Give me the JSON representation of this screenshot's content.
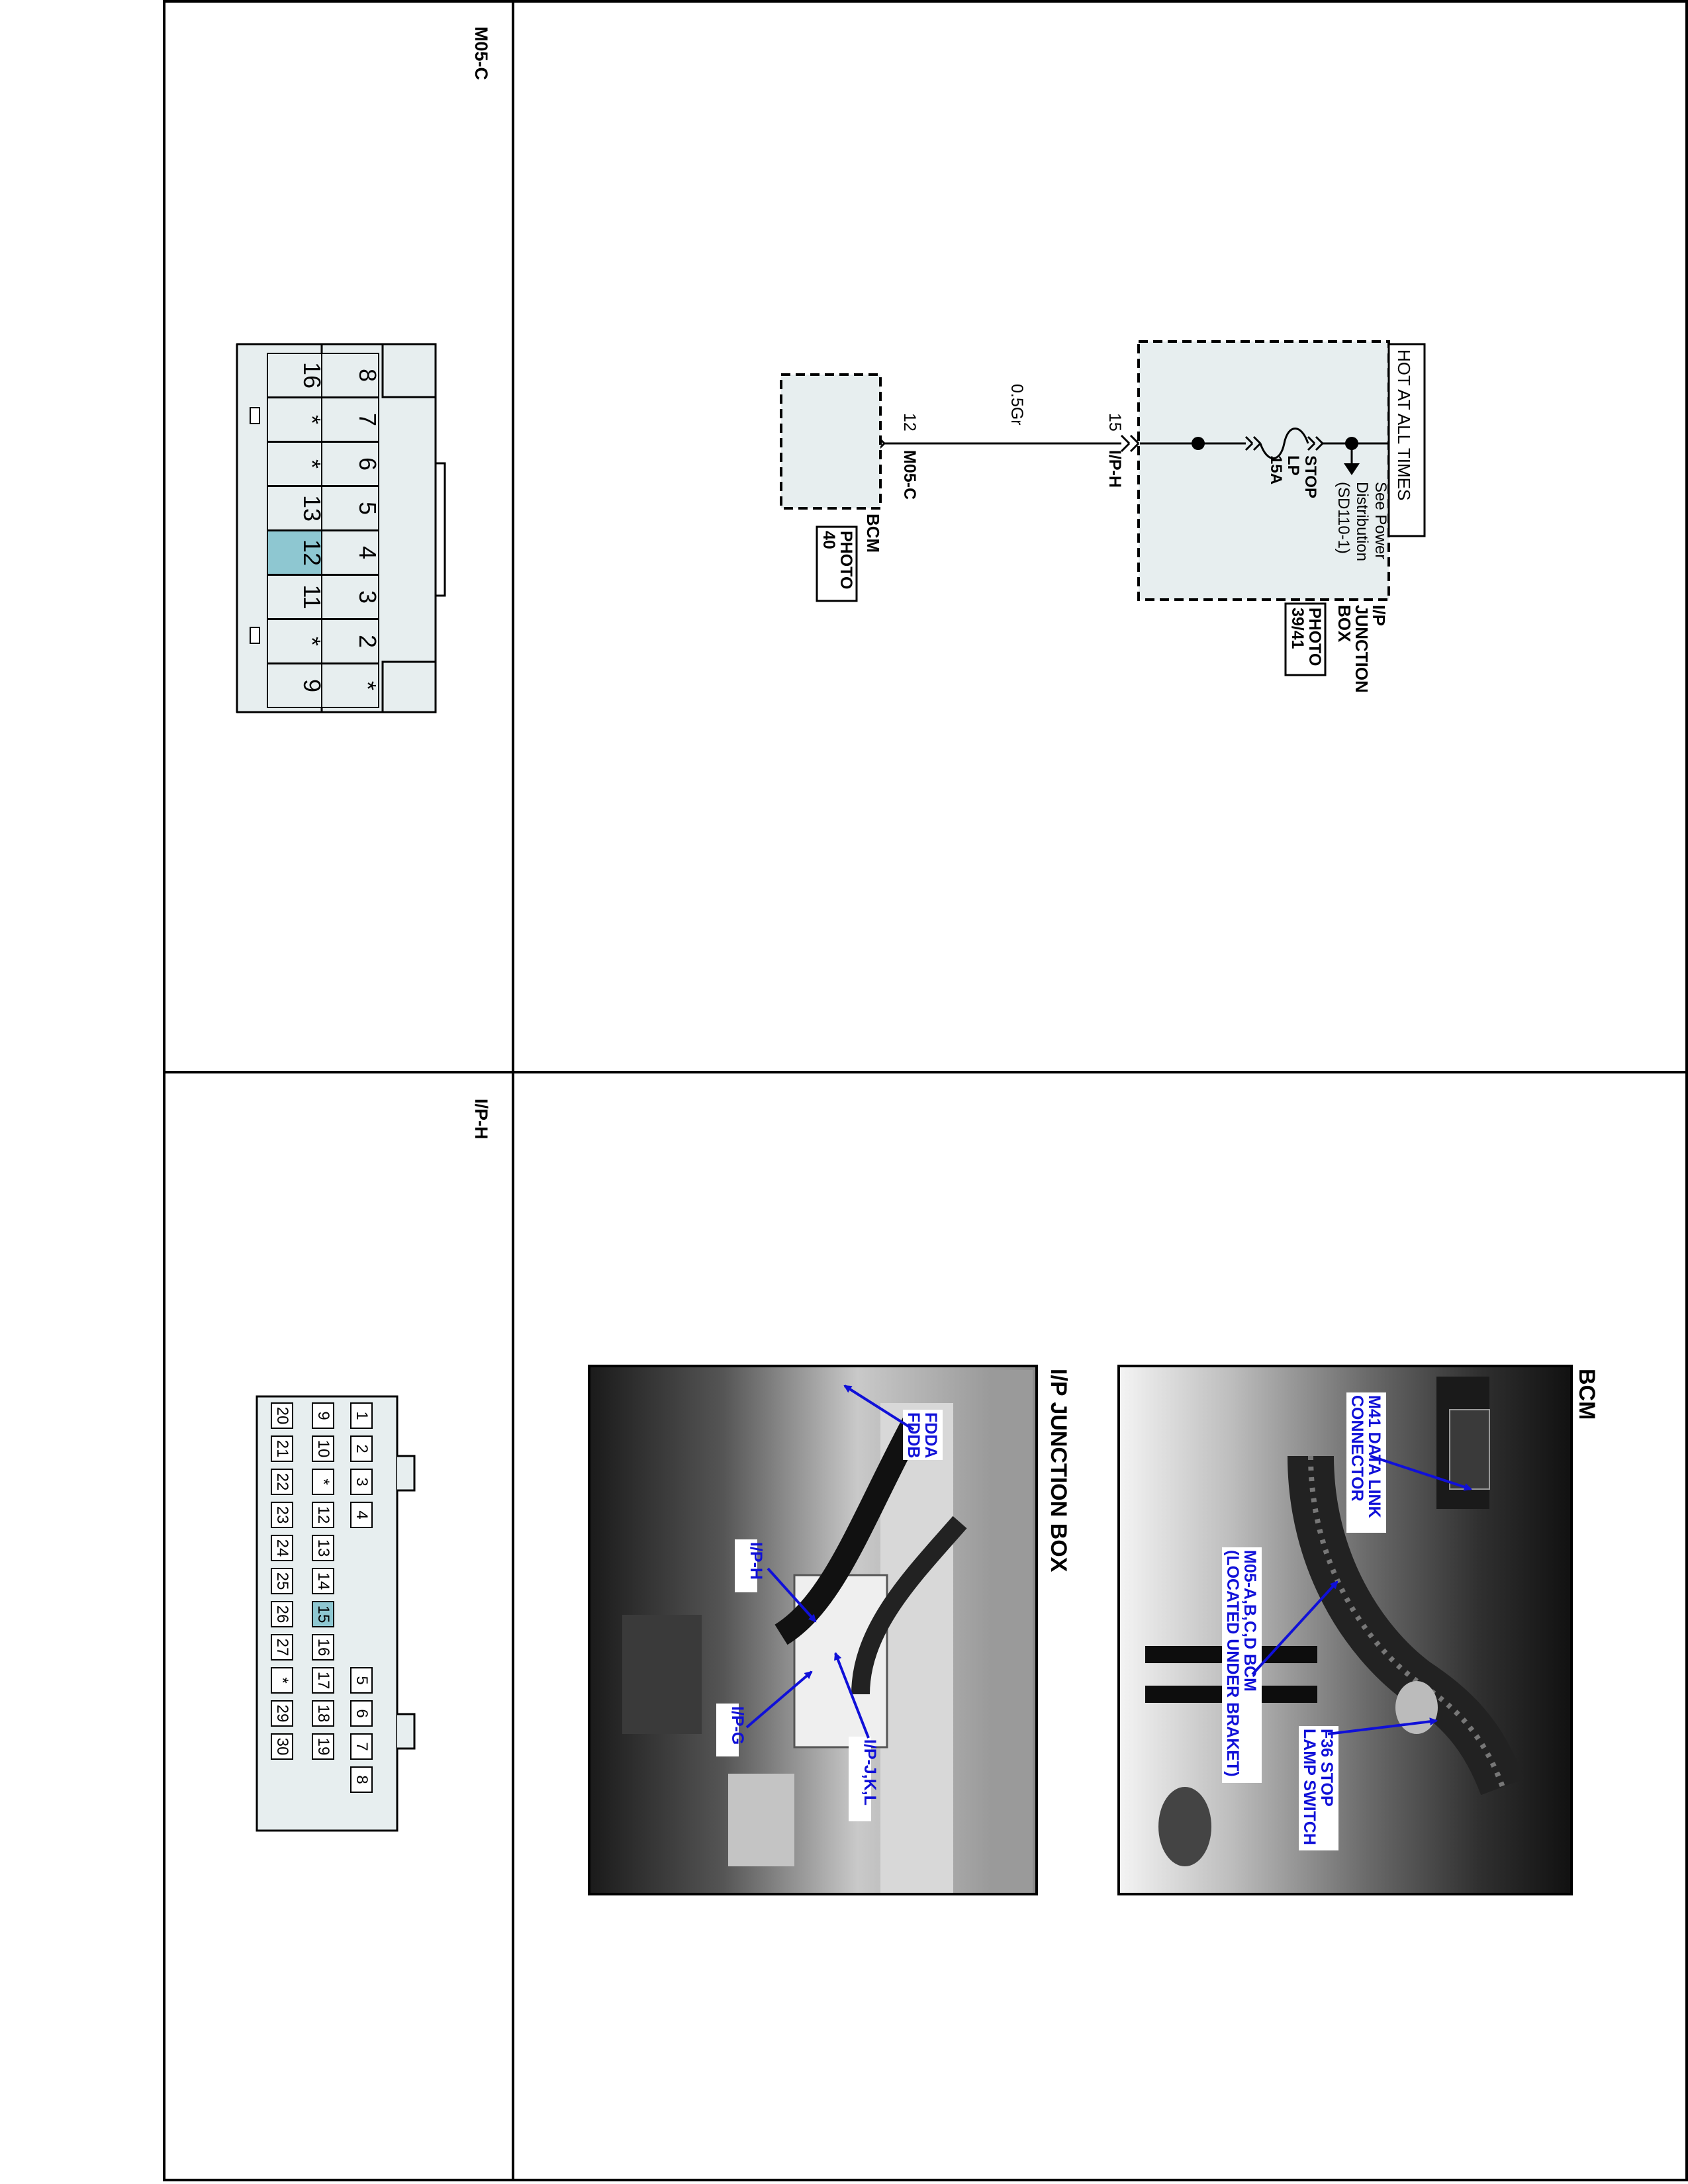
{
  "left_panel": {
    "connector_m05c_label": "M05-C",
    "connector_iph_label": "I/P-H"
  },
  "m05c_pins": {
    "top_row": [
      "8",
      "7",
      "6",
      "5",
      "4",
      "3",
      "2",
      "*"
    ],
    "bottom_row": [
      "16",
      "*",
      "*",
      "13",
      "12",
      "11",
      "*",
      "9"
    ],
    "highlight": "12"
  },
  "iph_pins": {
    "row1": [
      "1",
      "2",
      "3",
      "4",
      "",
      "",
      "",
      "",
      "5",
      "6",
      "7",
      "8"
    ],
    "row2": [
      "9",
      "10",
      "*",
      "12",
      "13",
      "14",
      "15",
      "16",
      "17",
      "18",
      "19"
    ],
    "row3": [
      "20",
      "21",
      "22",
      "23",
      "24",
      "25",
      "26",
      "27",
      "*",
      "29",
      "30"
    ],
    "highlight": "15"
  },
  "schematic": {
    "hot_at_all_times": "HOT AT ALL TIMES",
    "see_power_1": "See Power",
    "see_power_2": "Distribution",
    "see_power_3": "(SD110-1)",
    "fuse_1": "STOP",
    "fuse_2": "LP",
    "fuse_3": "15A",
    "jb_title_1": "I/P",
    "jb_title_2": "JUNCTION",
    "jb_title_3": "BOX",
    "jb_photo_1": "PHOTO",
    "jb_photo_2": "39/41",
    "pin_iph": "15",
    "conn_iph": "I/P-H",
    "wire": "0.5Gr",
    "pin_m05c": "12",
    "conn_m05c": "M05-C",
    "bcm_title": "BCM",
    "bcm_photo_1": "PHOTO",
    "bcm_photo_2": "40"
  },
  "photos": {
    "bcm_caption": "BCM",
    "bcm_callout_1a": "M41 DATA LINK",
    "bcm_callout_1b": "CONNECTOR",
    "bcm_callout_2a": "M05-A,B,C,D BCM",
    "bcm_callout_2b": "(LOCATED UNDER BRAKET)",
    "bcm_callout_3a": "F36 STOP",
    "bcm_callout_3b": "LAMP SWITCH",
    "jb_caption": "I/P JUNCTION BOX",
    "jb_callout_1a": "FDDA",
    "jb_callout_1b": "FDDB",
    "jb_callout_2": "I/P-H",
    "jb_callout_3": "I/P-G",
    "jb_callout_4": "I/P-J,K,L"
  },
  "colors": {
    "line": "#000000",
    "box_fill": "#e7eeef",
    "highlight_fill": "#8ec7d1",
    "callout_blue": "#1010d8",
    "photo_dark": "#2a2a2a"
  }
}
